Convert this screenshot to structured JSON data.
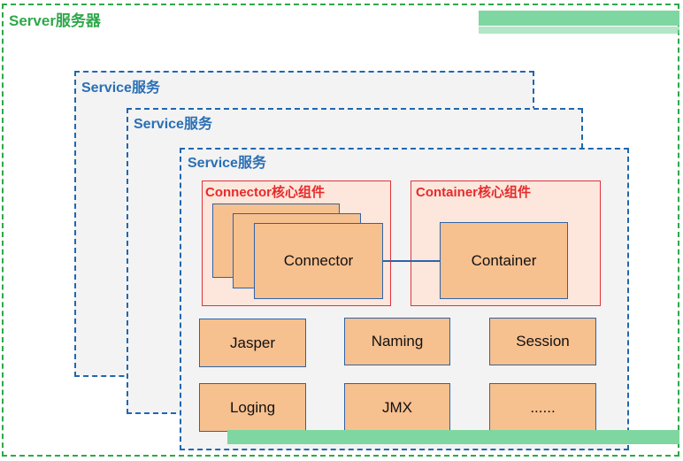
{
  "server": {
    "title": "Server服务器"
  },
  "services": [
    {
      "title": "Service服务"
    },
    {
      "title": "Service服务"
    },
    {
      "title": "Service服务"
    }
  ],
  "connector_group": {
    "title": "Connector核心组件",
    "box_label": "Connector"
  },
  "container_group": {
    "title": "Container核心组件",
    "box_label": "Container"
  },
  "components": {
    "jasper": "Jasper",
    "naming": "Naming",
    "session": "Session",
    "loging": "Loging",
    "jmx": "JMX",
    "more": "......"
  },
  "colors": {
    "server_border": "#2ea84a",
    "service_border": "#1f67b1",
    "core_border": "#e0323a",
    "box_fill": "#f7c08f"
  }
}
